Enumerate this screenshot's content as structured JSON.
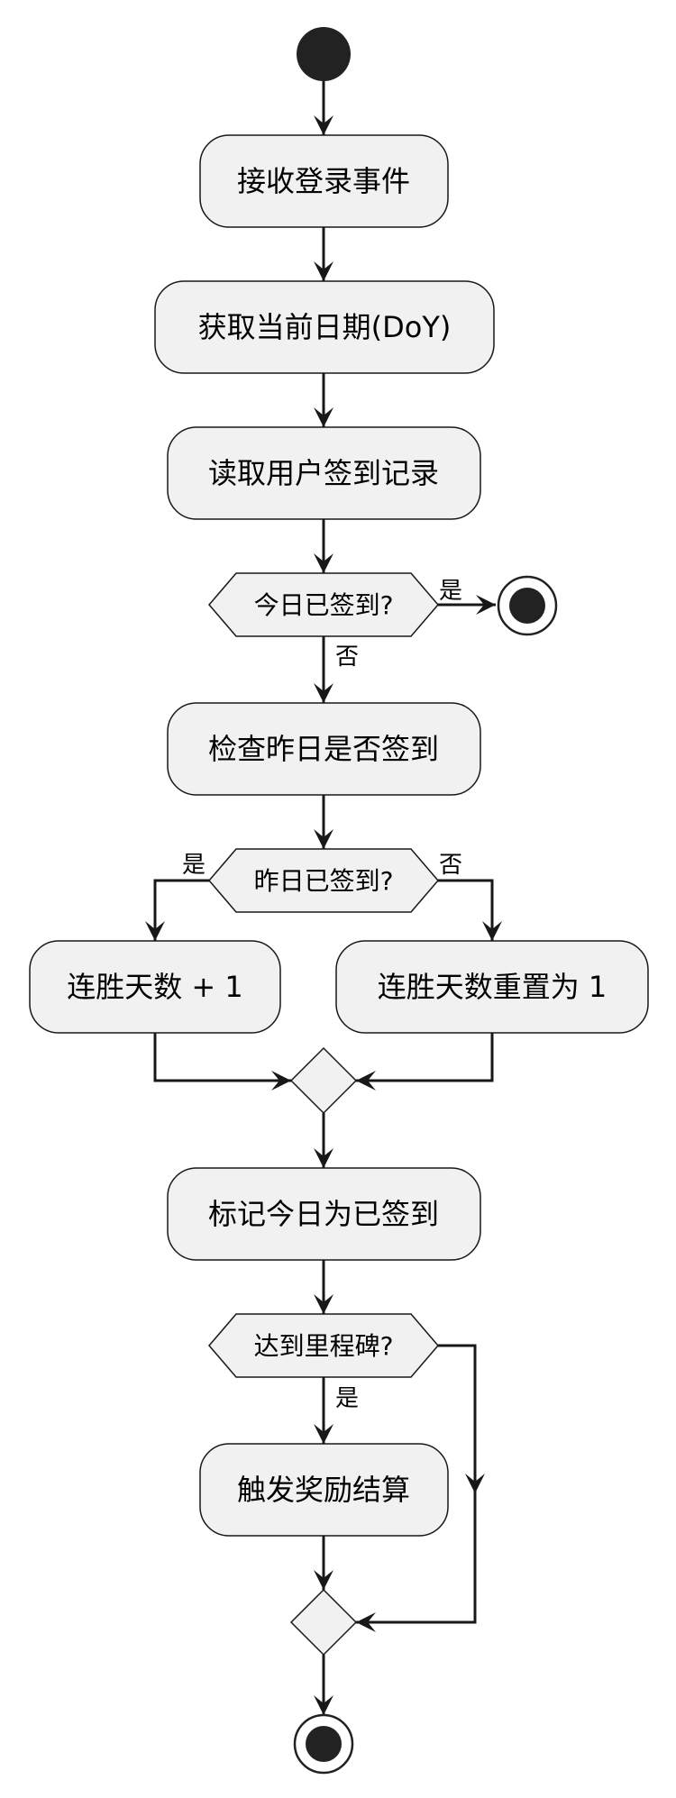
{
  "nodes": {
    "receive_event": "接收登录事件",
    "get_date": "获取当前日期(DoY)",
    "read_record": "读取用户签到记录",
    "check_yesterday": "检查昨日是否签到",
    "streak_plus_one": "连胜天数 + 1",
    "streak_reset": "连胜天数重置为 1",
    "mark_today": "标记今日为已签到",
    "trigger_reward": "触发奖励结算"
  },
  "decisions": {
    "signed_today": "今日已签到?",
    "signed_yesterday": "昨日已签到?",
    "milestone": "达到里程碑?"
  },
  "edge_labels": {
    "today_yes": "是",
    "today_no": "否",
    "yesterday_yes": "是",
    "yesterday_no": "否",
    "milestone_yes": "是"
  }
}
